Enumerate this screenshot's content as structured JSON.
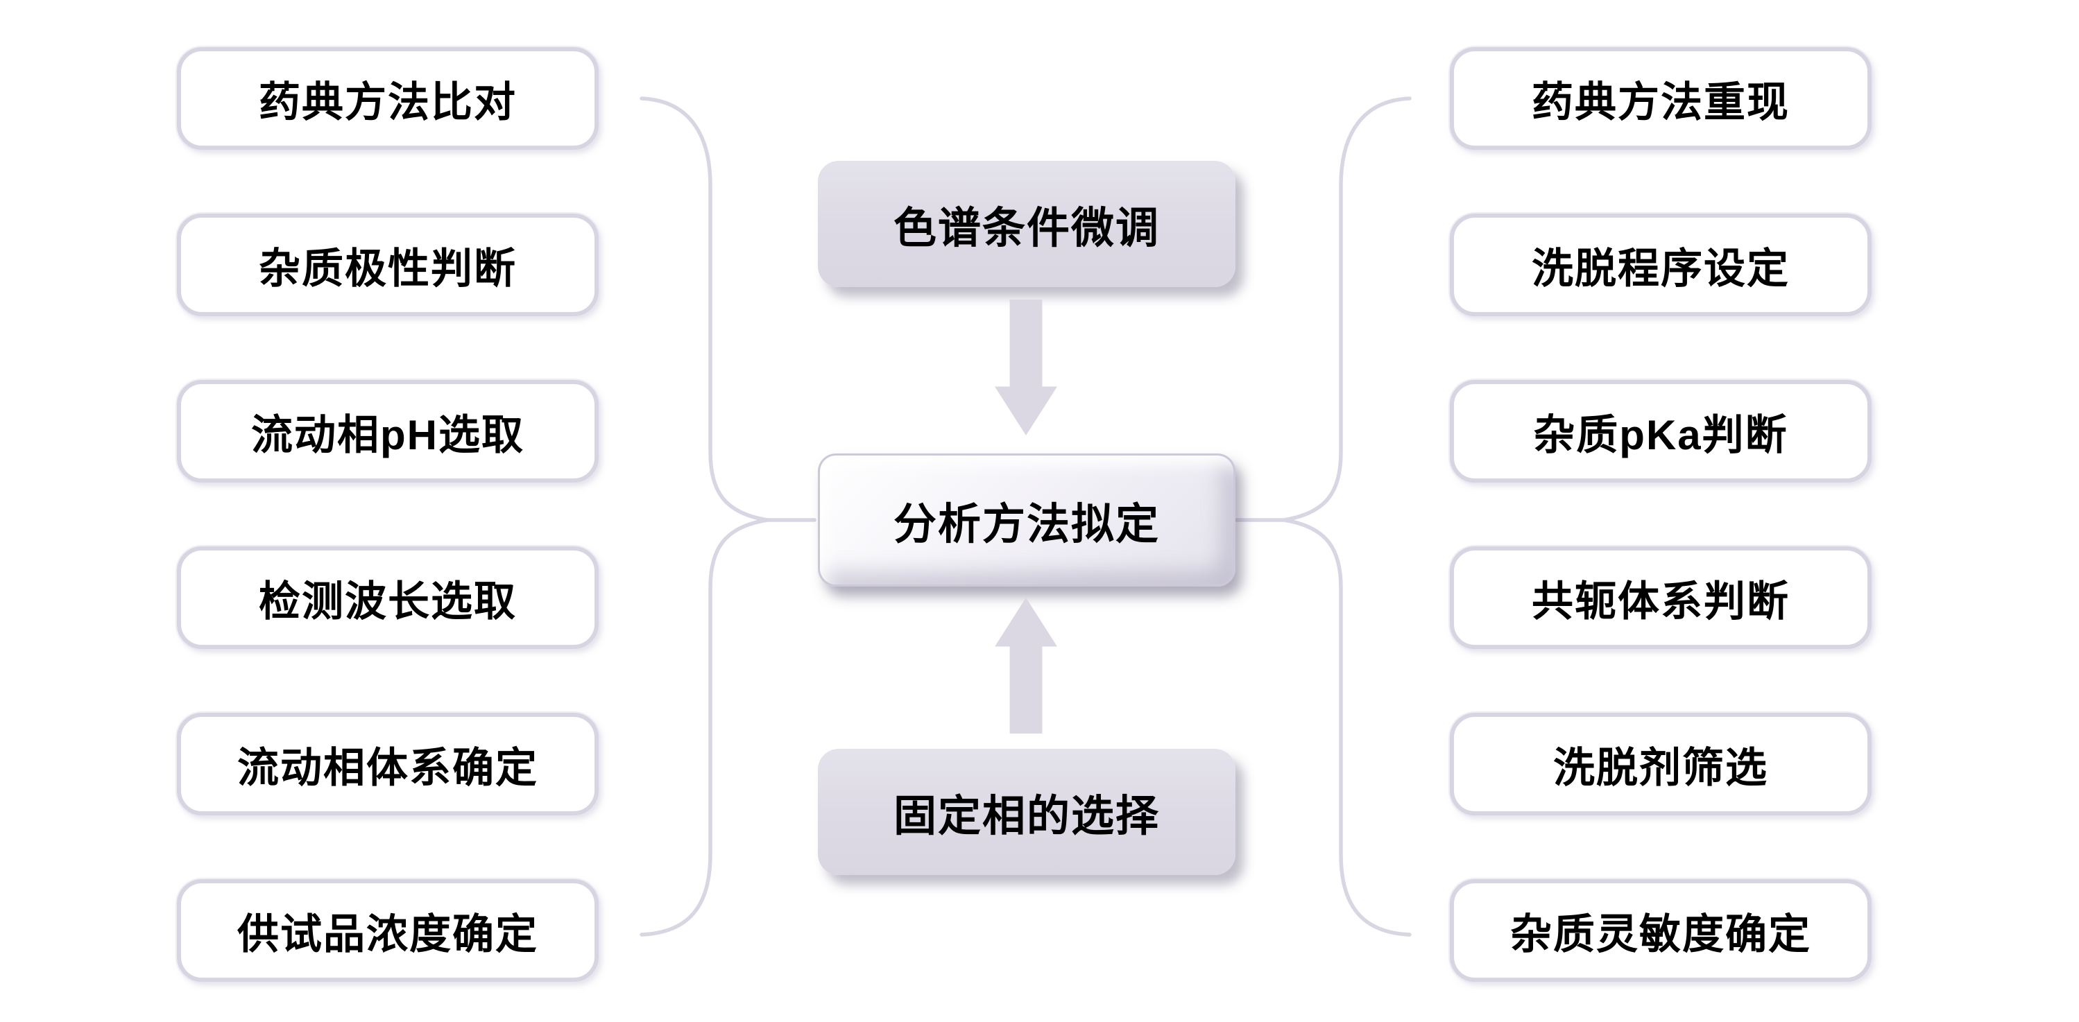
{
  "diagram": {
    "center_column": {
      "top_label": "色谱条件微调",
      "middle_label": "分析方法拟定",
      "bottom_label": "固定相的选择"
    },
    "left_items": [
      "药典方法比对",
      "杂质极性判断",
      "流动相pH选取",
      "检测波长选取",
      "流动相体系确定",
      "供试品浓度确定"
    ],
    "right_items": [
      "药典方法重现",
      "洗脱程序设定",
      "杂质pKa判断",
      "共轭体系判断",
      "洗脱剂筛选",
      "杂质灵敏度确定"
    ],
    "colors": {
      "background": "#FFFFFF",
      "node_border": "#D8D5E2",
      "node_fill": "#FFFFFF",
      "center_node_fill": "#DDDAE5",
      "arrow_fill": "#DBD8E4",
      "brace_stroke": "#D9D6E3",
      "text": "#000000"
    }
  }
}
